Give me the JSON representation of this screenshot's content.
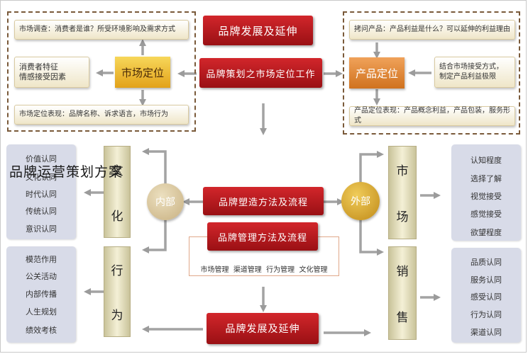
{
  "top_center": {
    "brand_development": "品牌发展及延伸",
    "positioning_work": "品牌策划之市场定位工作"
  },
  "left_group": {
    "market_research": "市场调查：消费者是谁？所受环境影响及需求方式",
    "consumer_traits_line1": "消费者特征",
    "consumer_traits_line2": "情感接受因素",
    "market_positioning": "市场定位",
    "positioning_expression": "市场定位表现：品牌名称、诉求语言，市场行为"
  },
  "right_group": {
    "product_question": "拷问产品：产品利益是什么？可以延伸的利益理由",
    "product_positioning": "产品定位",
    "acceptance_line1": "结合市场接受方式，",
    "acceptance_line2": "制定产品利益极限",
    "product_expression": "产品定位表现：产品概念利益，产品包装，服务形式"
  },
  "left_panel_top": [
    "价值认同",
    "文化认同",
    "时代认同",
    "传统认同",
    "意识认同"
  ],
  "left_panel_bottom": [
    "模范作用",
    "公关活动",
    "内部传播",
    "人生规划",
    "绩效考核"
  ],
  "right_panel_top": [
    "认知程度",
    "选择了解",
    "视觉接受",
    "感觉接受",
    "欲望程度"
  ],
  "right_panel_bottom": [
    "品质认同",
    "服务认同",
    "感受认同",
    "行为认同",
    "渠道认同"
  ],
  "bars": {
    "culture": [
      "文",
      "化"
    ],
    "behavior": [
      "行",
      "为"
    ],
    "market": [
      "市",
      "场"
    ],
    "sales": [
      "销",
      "售"
    ]
  },
  "circles": {
    "internal": "内部",
    "external": "外部"
  },
  "center": {
    "shaping": "品牌塑造方法及流程",
    "management": "品牌管理方法及流程",
    "management_items": [
      "市场管理",
      "渠道管理",
      "行为管理",
      "文化管理"
    ],
    "bottom_development": "品牌发展及延伸"
  },
  "watermark": "品牌运营策划方案",
  "colors": {
    "red": "#b81a1f",
    "gold": "#f0c03a",
    "orange": "#e08a3a",
    "panel": "#d8dbe8",
    "internal_circle": "#d9c9a0",
    "external_circle": "#d4a72a",
    "arrow": "#9a9a9a"
  }
}
